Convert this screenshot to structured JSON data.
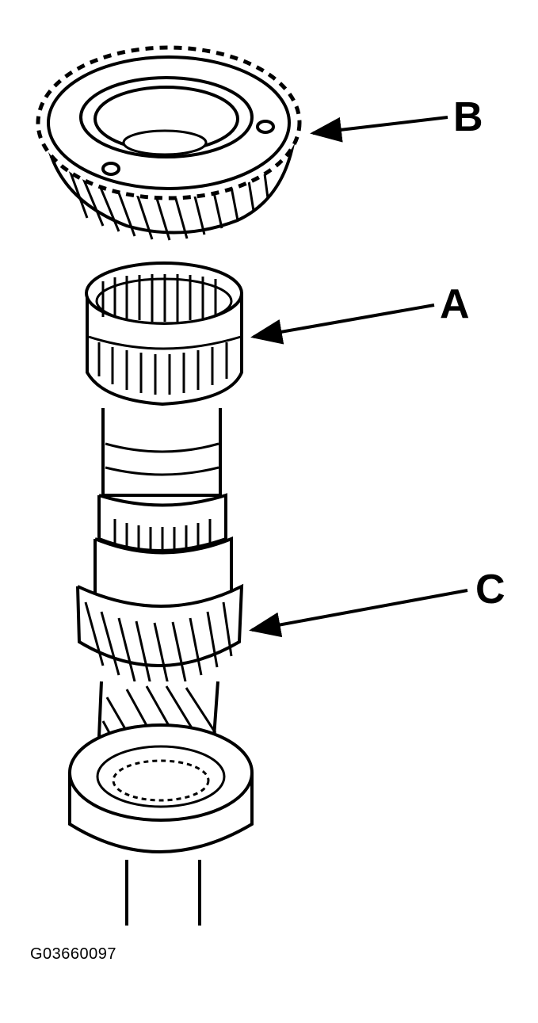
{
  "callouts": {
    "b": "B",
    "a": "A",
    "c": "C"
  },
  "figure_id": "G03660097",
  "colors": {
    "ink": "#000000",
    "paper": "#ffffff"
  }
}
